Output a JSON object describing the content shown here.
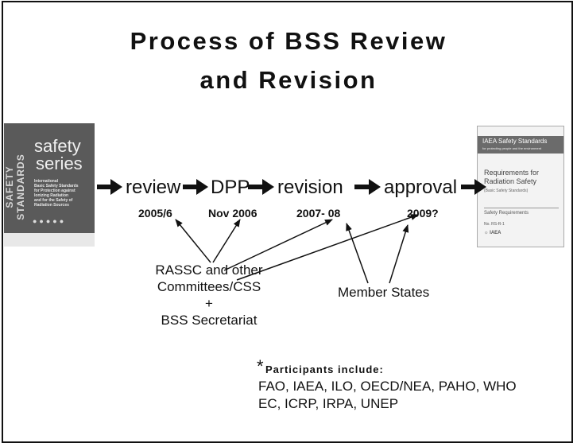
{
  "title": {
    "line1": "Process of BSS Review",
    "line2": "and Revision"
  },
  "steps": [
    {
      "label": "review",
      "date": "2005/6"
    },
    {
      "label": "DPP",
      "date": "Nov 2006"
    },
    {
      "label": "revision",
      "date": "2007- 08"
    },
    {
      "label": "approval",
      "date": "2009?"
    }
  ],
  "left_cover": {
    "vertical": "SAFETY STANDARDS",
    "title1": "safety",
    "title2": "series",
    "subtitle": [
      "International",
      "Basic Safety Standards",
      "for Protection against",
      "Ionizing Radiation",
      "and for the Safety of",
      "Radiation Sources"
    ]
  },
  "right_cover": {
    "header": "IAEA Safety Standards",
    "header_sub": "for protecting people and the environment",
    "title": [
      "Requirements for",
      "Radiation Safety"
    ],
    "title_sub": "(Basic Safety Standards)",
    "category": "Safety Requirements",
    "number": "No. RS-R-1",
    "logo": "IAEA"
  },
  "actors": {
    "committees": [
      "RASSC and other",
      "Committees/CSS",
      "+",
      "BSS Secretariat"
    ],
    "member_states": "Member States"
  },
  "participants": {
    "star": "*",
    "heading": "Participants include:",
    "line1": "FAO, IAEA, ILO, OECD/NEA, PAHO, WHO",
    "line2": "EC, ICRP, IRPA, UNEP"
  },
  "colors": {
    "ink": "#111111",
    "cover_dark": "#5a5a5a",
    "cover_light": "#f3f3f3"
  }
}
